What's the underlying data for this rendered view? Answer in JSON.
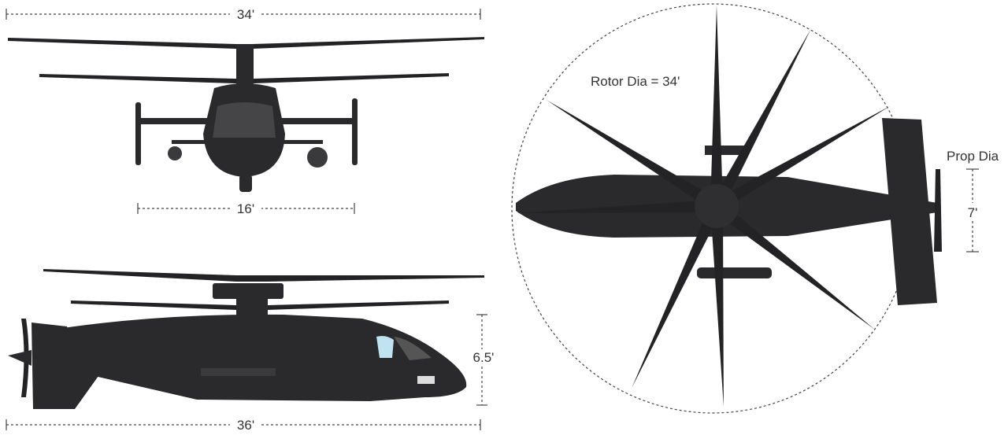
{
  "dimensions": {
    "front_rotor_span": "34'",
    "front_wing_span": "16'",
    "side_length": "36'",
    "side_height": "6.5'",
    "rotor_diameter": "Rotor Dia = 34'",
    "prop_diameter_label": "Prop Dia",
    "prop_diameter": "7'"
  },
  "colors": {
    "aircraft": "#2a2a2c",
    "dimension_lines": "#444444",
    "canopy": "#bfe3f0"
  }
}
